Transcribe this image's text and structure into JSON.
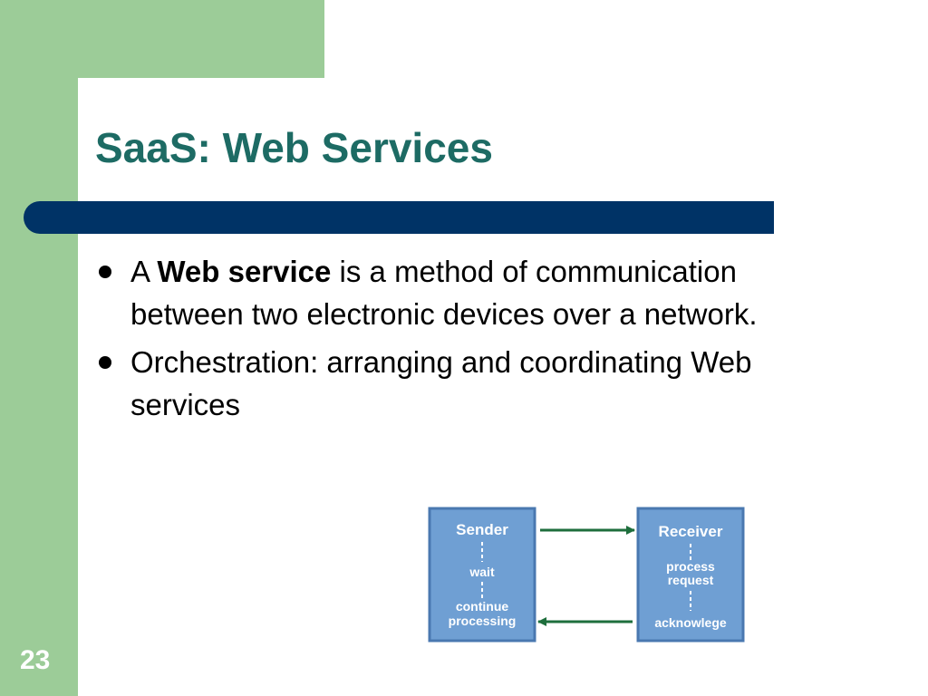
{
  "slide": {
    "title": "SaaS: Web Services",
    "page_number": "23",
    "bullets": [
      {
        "pre": "A ",
        "bold": "Web service",
        "post": " is a method of communication between two electronic devices over a network."
      },
      {
        "pre": "Orchestration: arranging and coordinating Web services",
        "bold": "",
        "post": ""
      }
    ]
  },
  "diagram": {
    "sender": {
      "title": "Sender",
      "middle": "wait",
      "bottom_line1": "continue",
      "bottom_line2": "processing"
    },
    "receiver": {
      "title": "Receiver",
      "middle_line1": "process",
      "middle_line2": "request",
      "bottom": "acknowlege"
    },
    "colors": {
      "box": "#6f9fd3",
      "box_border": "#4a78b0",
      "arrow": "#1e6e3c",
      "text": "#ffffff"
    }
  },
  "colors": {
    "green": "#9ccc98",
    "title": "#1d6b64",
    "bar": "#003366"
  }
}
